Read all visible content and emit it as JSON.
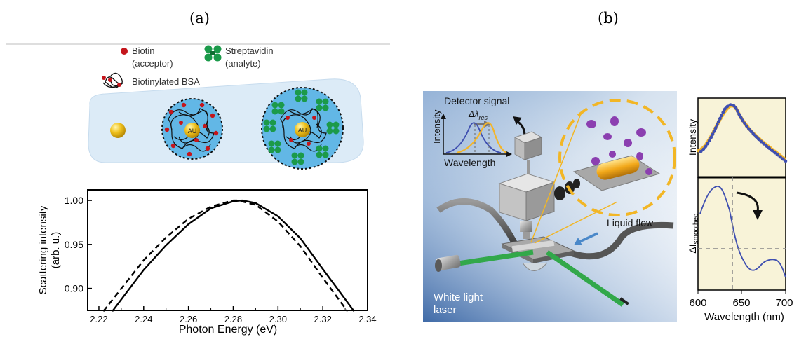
{
  "panel_a": {
    "label": "(a)",
    "legend": {
      "biotin": [
        "Biotin",
        "(acceptor)"
      ],
      "streptavidin": [
        "Streptavidin",
        "(analyte)"
      ],
      "bsa": "Biotinylated BSA"
    },
    "particle_label": "AU",
    "chart_data": {
      "type": "line",
      "xlabel": "Photon Energy (eV)",
      "ylabel": [
        "Scattering intensity",
        "(arb. u.)"
      ],
      "xlim": [
        2.215,
        2.34
      ],
      "ylim": [
        0.875,
        1.012
      ],
      "xticks": [
        "2.22",
        "2.24",
        "2.26",
        "2.28",
        "2.30",
        "2.32",
        "2.34"
      ],
      "yticks": [
        "0.90",
        "0.95",
        "1.00"
      ],
      "series": [
        {
          "style": "solid",
          "x": [
            2.226,
            2.24,
            2.25,
            2.26,
            2.27,
            2.28,
            2.284,
            2.29,
            2.3,
            2.31,
            2.32,
            2.334
          ],
          "y": [
            0.874,
            0.921,
            0.949,
            0.973,
            0.991,
            0.999,
            1.0,
            0.997,
            0.982,
            0.957,
            0.922,
            0.874
          ]
        },
        {
          "style": "dashed",
          "x": [
            2.222,
            2.24,
            2.25,
            2.26,
            2.27,
            2.28,
            2.282,
            2.29,
            2.3,
            2.31,
            2.32,
            2.331
          ],
          "y": [
            0.874,
            0.932,
            0.958,
            0.979,
            0.993,
            1.0,
            1.0,
            0.995,
            0.976,
            0.948,
            0.912,
            0.874
          ]
        }
      ]
    }
  },
  "panel_b": {
    "label": "(b)",
    "detector_signal": "Detector signal",
    "delta_lambda": "Δλ",
    "delta_lambda_sub": "res",
    "inset_ylabel": "Intensity",
    "inset_xlabel": "Wavelength",
    "liquid_flow": "Liquid flow",
    "white_light": [
      "White light",
      "laser"
    ],
    "right_chart": {
      "type": "line",
      "top_ylabel": "Intensity",
      "bottom_ylabel": "ΔI",
      "bottom_ylabel_sub": "smoothed",
      "xlabel": "Wavelength (nm)",
      "xlim": [
        600,
        700
      ],
      "xticks": [
        "600",
        "650",
        "700"
      ],
      "colors": {
        "blue": "#3f4fb0",
        "yellow": "#f3b52a",
        "background": "#f8f3d8"
      }
    }
  }
}
